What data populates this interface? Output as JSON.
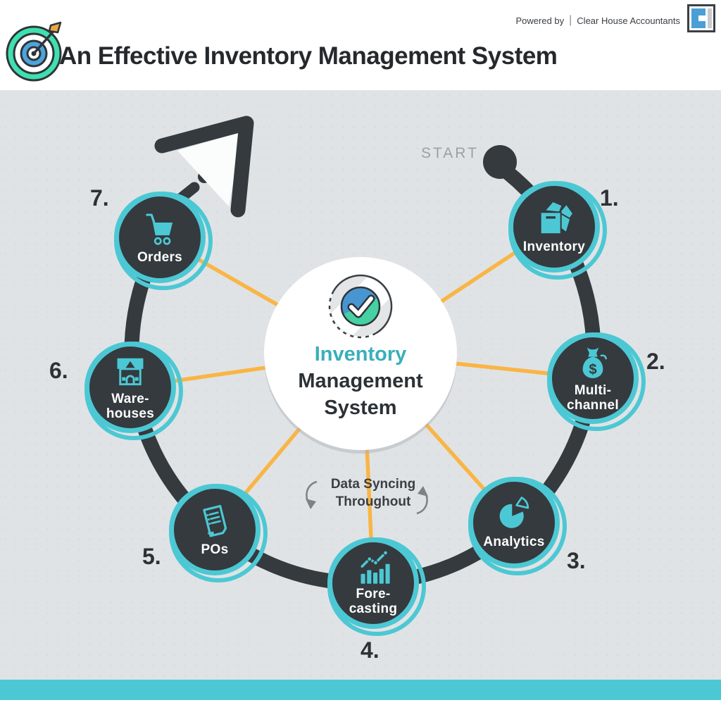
{
  "header": {
    "title": "An Effective Inventory Management System",
    "powered_by": "Powered by",
    "divider": "|",
    "brand": "Clear House Accountants"
  },
  "start_label": "START",
  "center": {
    "line1": "Inventory",
    "line2": "Management",
    "line3": "System"
  },
  "sync_note": "Data Syncing\nThroughout",
  "nodes": [
    {
      "number": "1.",
      "label": "Inventory",
      "icon": "inventory-box-icon"
    },
    {
      "number": "2.",
      "label": "Multi-\nchannel",
      "icon": "money-bag-icon"
    },
    {
      "number": "3.",
      "label": "Analytics",
      "icon": "pie-chart-icon"
    },
    {
      "number": "4.",
      "label": "Fore-\ncasting",
      "icon": "forecast-chart-icon"
    },
    {
      "number": "5.",
      "label": "POs",
      "icon": "purchase-order-icon"
    },
    {
      "number": "6.",
      "label": "Ware-\nhouses",
      "icon": "warehouse-icon"
    },
    {
      "number": "7.",
      "label": "Orders",
      "icon": "shopping-cart-icon"
    }
  ],
  "colors": {
    "teal": "#4cc8d4",
    "charcoal": "#343a3e",
    "yellow": "#f9b545",
    "background": "#e0e3e5",
    "center_text_teal": "#39afba",
    "start_gray": "#9aa1a6"
  }
}
